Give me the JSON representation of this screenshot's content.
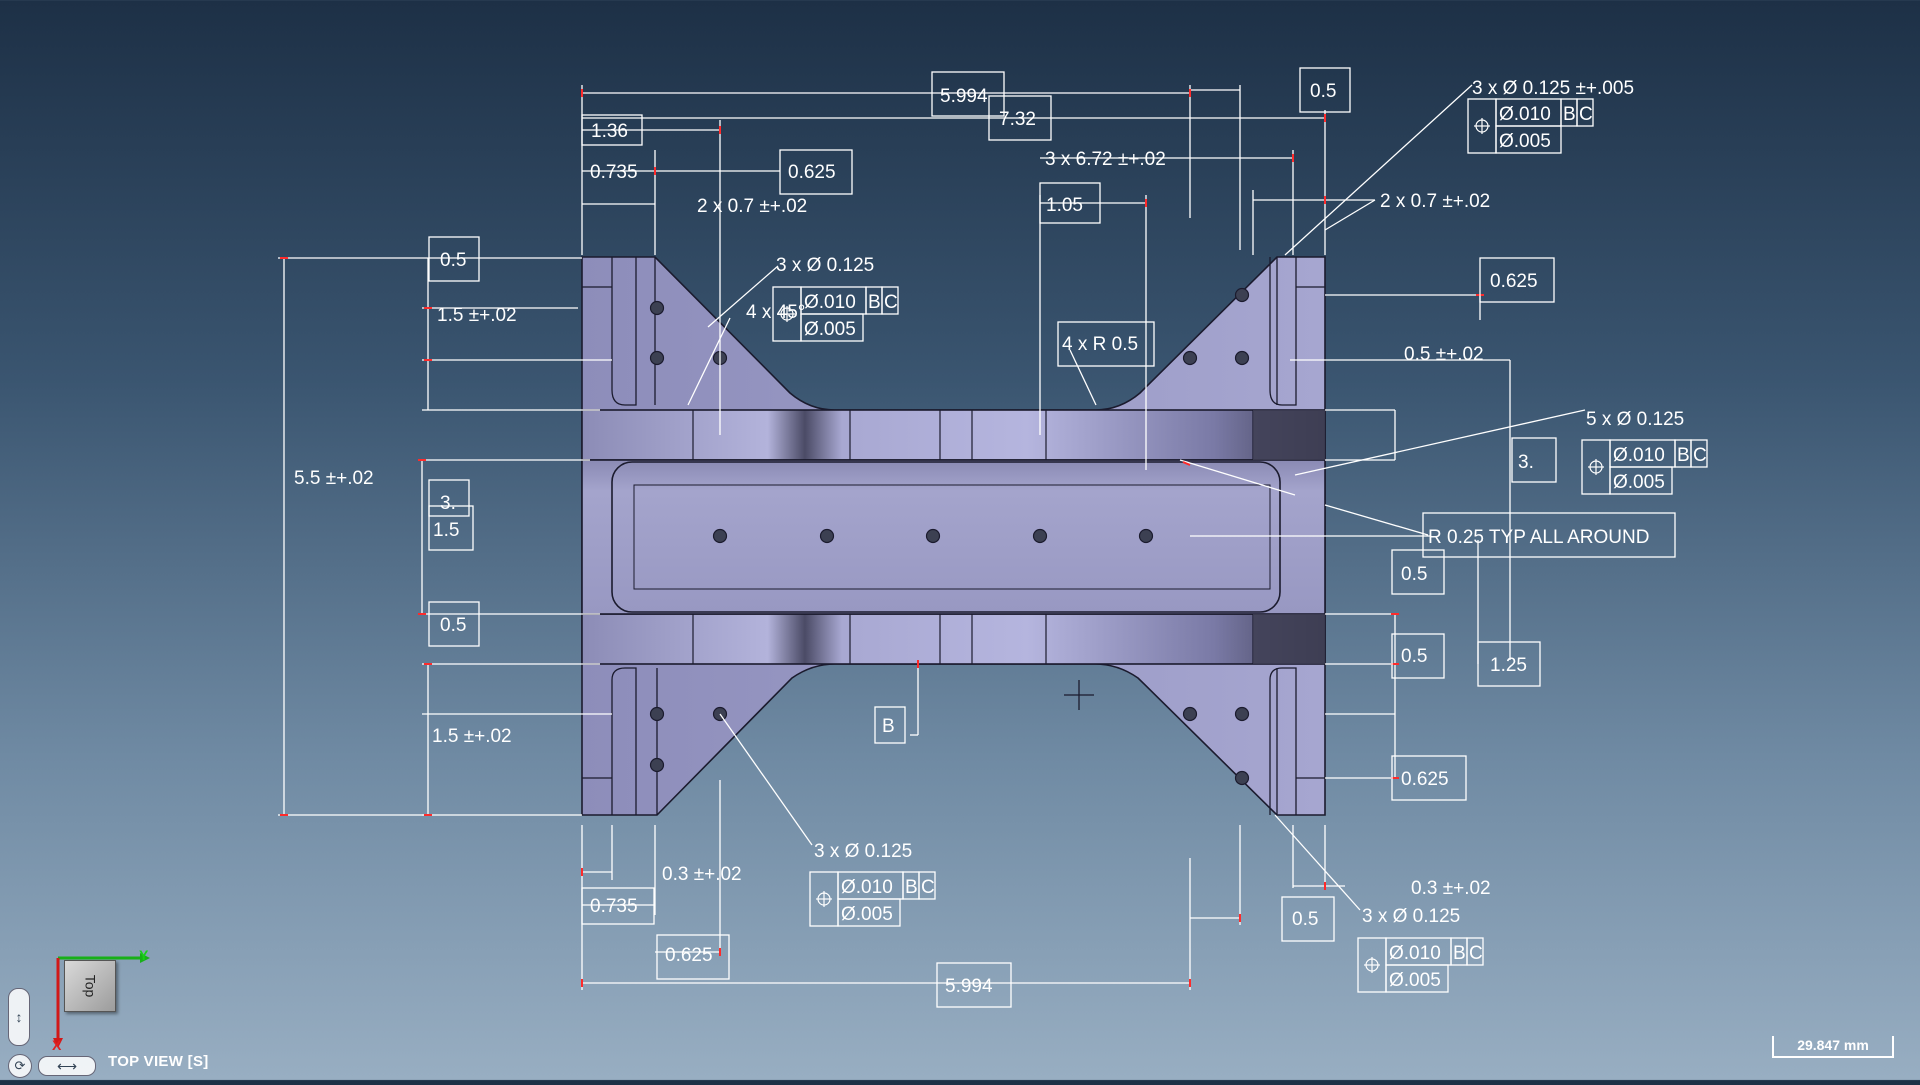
{
  "view": {
    "name": "TOP VIEW [S]",
    "cube_face": "Top",
    "axis_y": "Y",
    "axis_x": "X",
    "scale": "29.847 mm"
  },
  "dimensions": {
    "overall_top": "5.994",
    "top_07": "7.32",
    "top_136": "1.36",
    "top_0735": "0.735",
    "top_0625": "0.625",
    "top_2x07": "2 x  0.7 ±+.02",
    "top_3x672": "3 x  6.72 ±+.02",
    "top_105": "1.05",
    "top_r_05": "0.5",
    "top_r_2x07": "2 x  0.7 ±+.02",
    "hole_3x0125_tol": "3 x Ø  0.125 ±+.005",
    "left_05_top": "0.5",
    "left_15": "1.5 ±+.02",
    "left_55": "5.5 ±+.02",
    "left_3": "3.",
    "left_15b": "1.5",
    "left_05_mid": "0.5",
    "left_15_bot": "1.5 ±+.02",
    "hole_3x0125_a": "3 x Ø  0.125",
    "chamfer": "4 x 45°",
    "radius_4x": "4 x R 0.5",
    "right_0625": "0.625",
    "right_05_tol": "0.5 ±+.02",
    "hole_5x0125": "5 x Ø  0.125",
    "right_3": "3.",
    "radius_note": "R 0.25 TYP ALL AROUND",
    "right_05a": "0.5",
    "right_05b": "0.5",
    "right_125": "1.25",
    "right_0625b": "0.625",
    "right_03": "0.3 ±+.02",
    "right_05c": "0.5",
    "hole_3x0125_b": "3 x Ø  0.125",
    "bot_03": "0.3 ±+.02",
    "bot_0735": "0.735",
    "bot_0625": "0.625",
    "hole_3x0125_c": "3 x Ø  0.125",
    "bot_5994": "5.994",
    "datum_b": "B"
  },
  "fcf": {
    "pos_tol": "Ø.010",
    "datum1": "B",
    "datum2": "C",
    "secondary": "Ø.005"
  },
  "colors": {
    "part_body": "#9a9ac4",
    "background_top": "#1d3046",
    "background_bottom": "#98aec2",
    "dim_line": "#ffffff",
    "tick_red": "#ff2a2a"
  }
}
